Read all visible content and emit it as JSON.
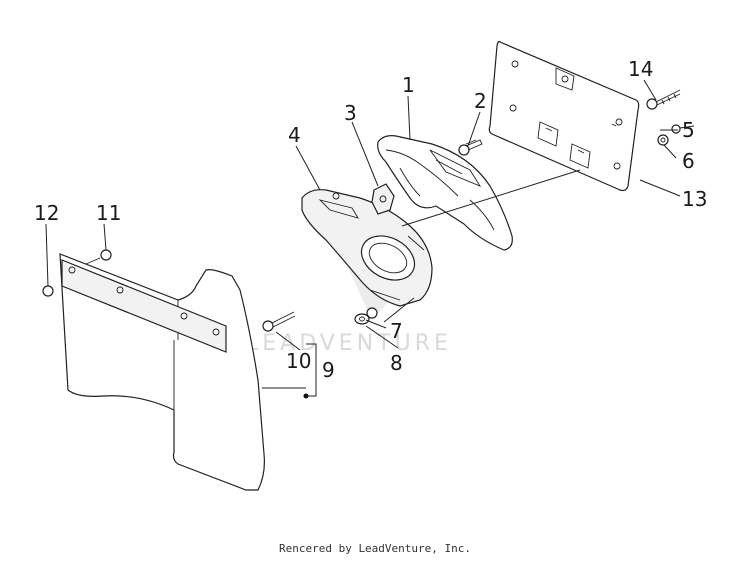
{
  "callouts": {
    "c1": "1",
    "c2": "2",
    "c3": "3",
    "c4": "4",
    "c5": "5",
    "c6": "6",
    "c7": "7",
    "c8": "8",
    "c9": "9",
    "c10": "10",
    "c11": "11",
    "c12": "12",
    "c13": "13",
    "c14": "14"
  },
  "watermark": "LEADVENTURE",
  "footer": "Rencered by LeadVenture, Inc."
}
